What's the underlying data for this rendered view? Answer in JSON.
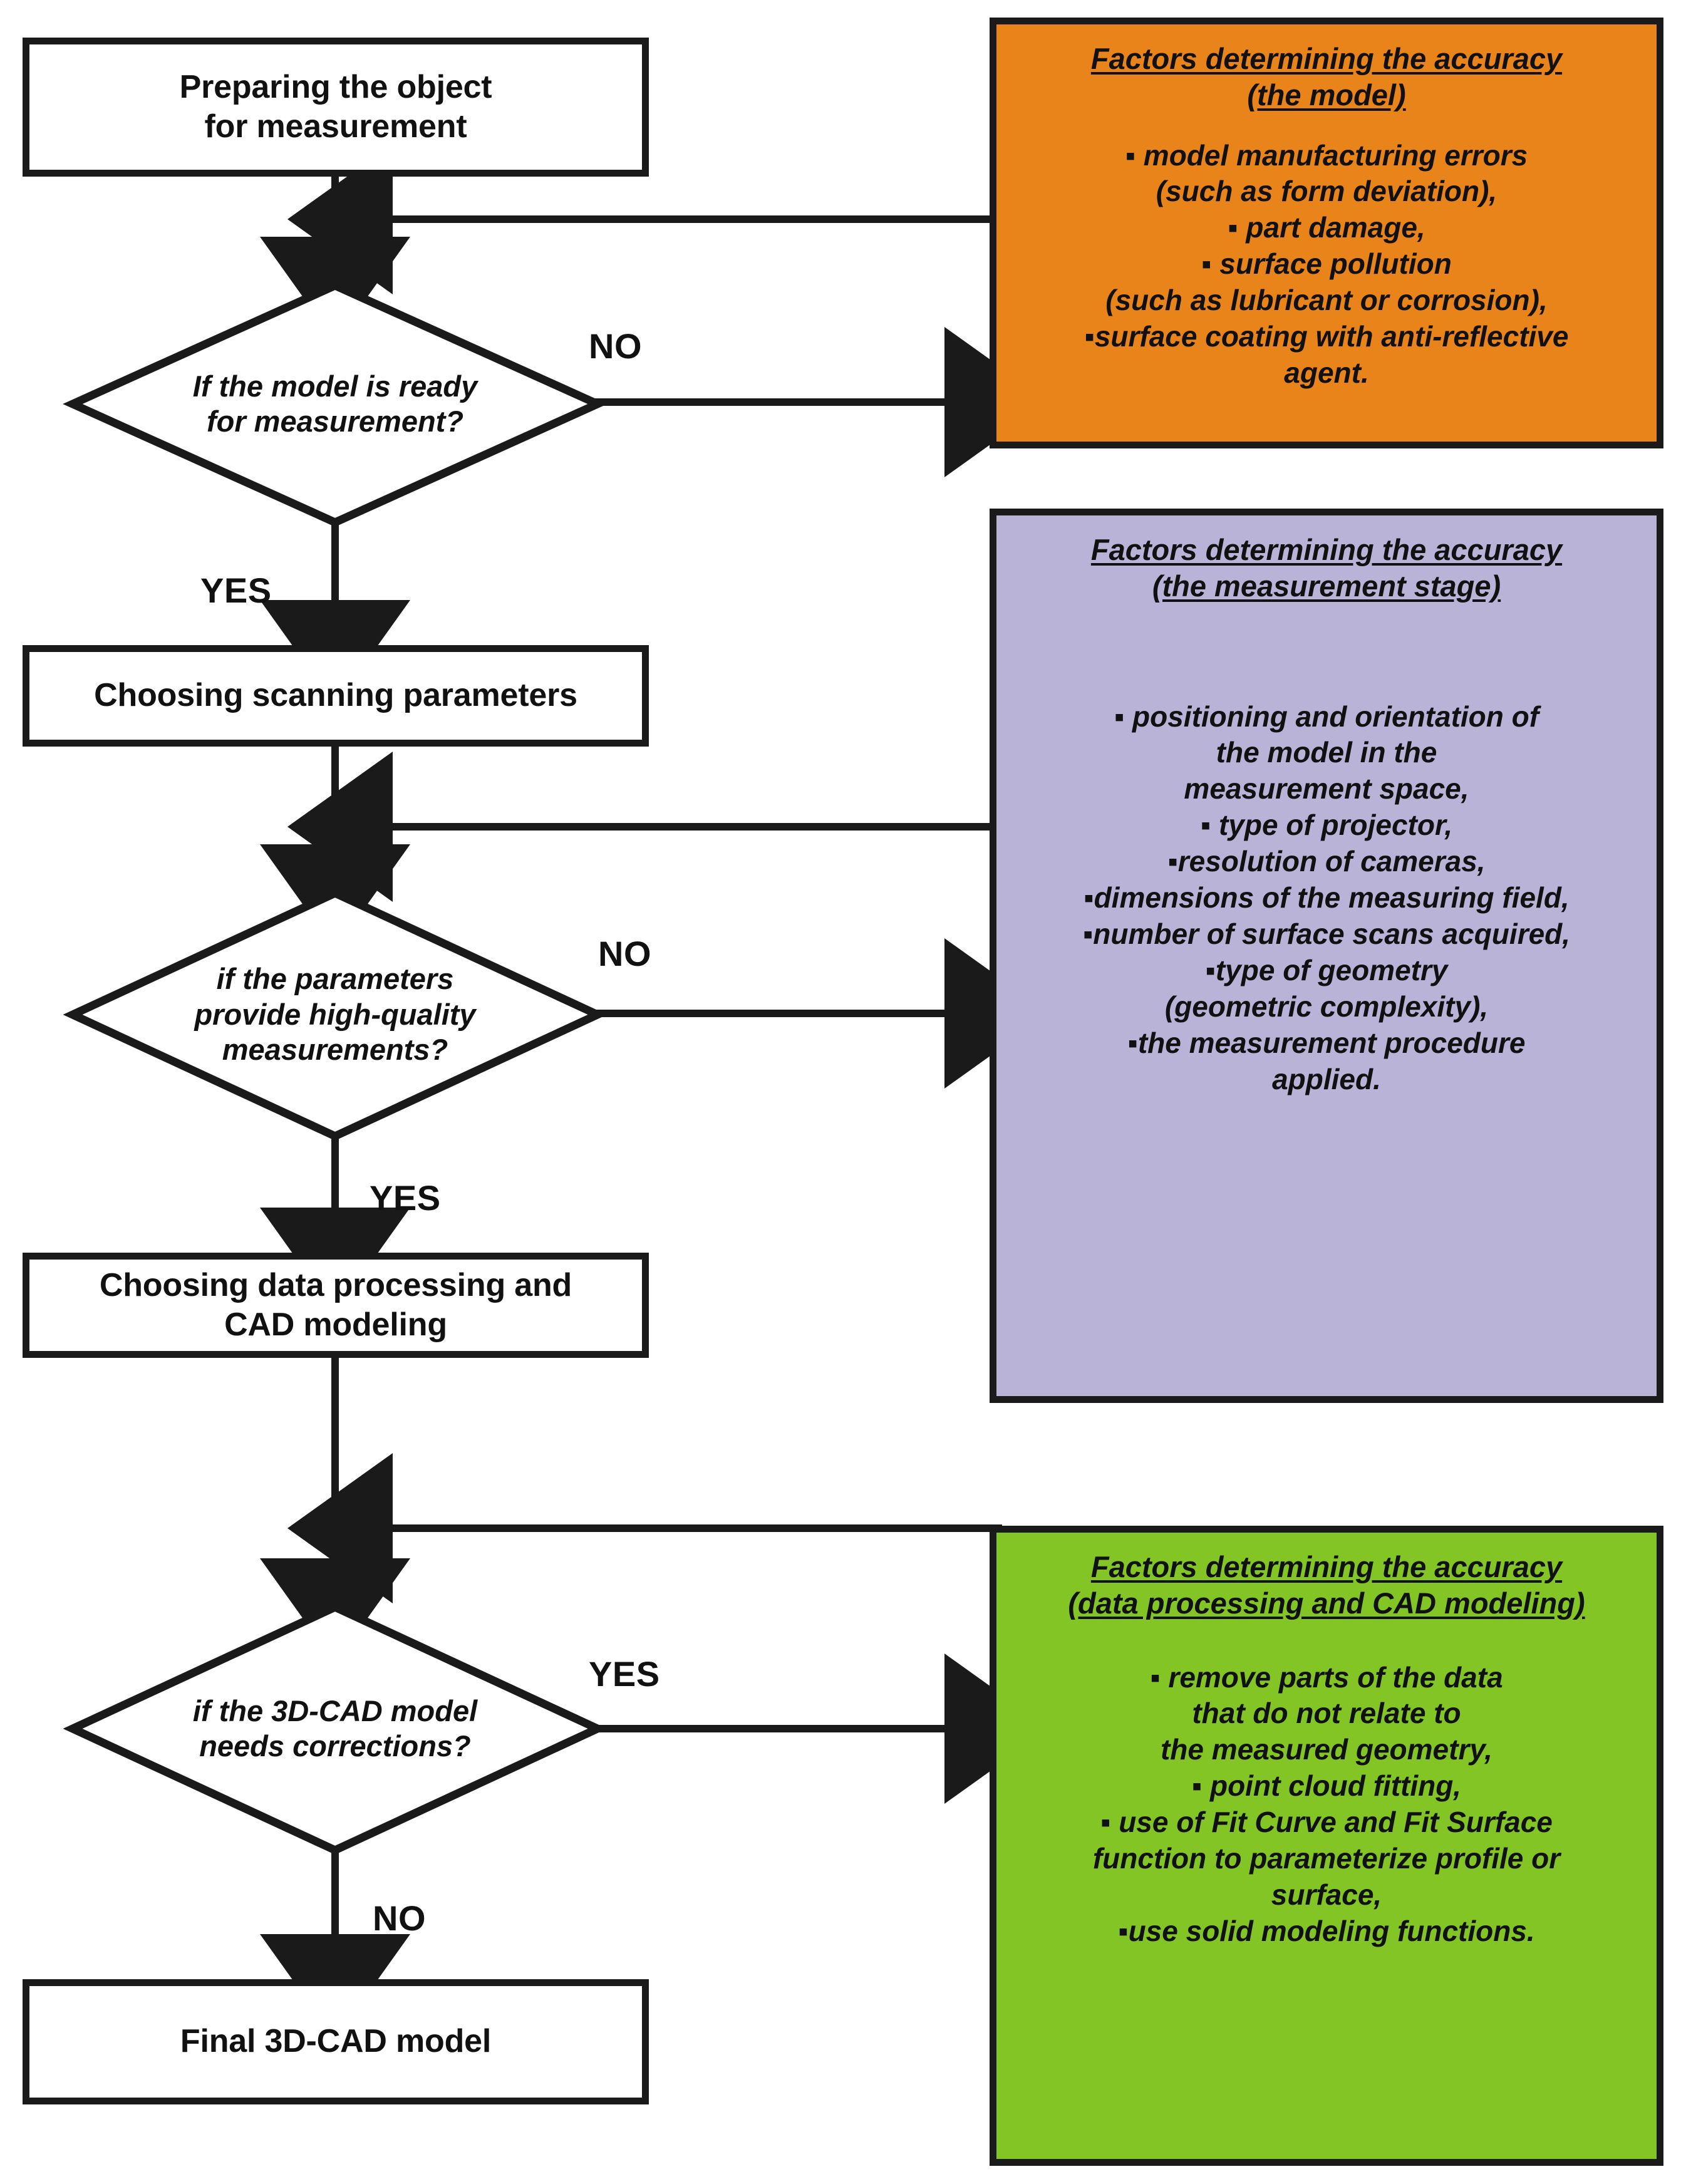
{
  "diagram": {
    "title": "3D scanning measurement and CAD modeling workflow",
    "colors": {
      "model_panel": "#E8841A",
      "measurement_panel": "#BAB3D8",
      "cad_panel": "#83C525",
      "stroke": "#1a1a1a",
      "box_fill": "#ffffff"
    }
  },
  "nodes": {
    "prepare_object": "Preparing the object\nfor measurement",
    "decision_model_ready": "If the model is ready\nfor measurement?",
    "choose_scanning_parameters": "Choosing scanning parameters",
    "decision_parameters_quality": "if the parameters\nprovide high-quality\nmeasurements?",
    "choose_data_processing": "Choosing data processing and\nCAD modeling",
    "decision_needs_corrections": "if the 3D-CAD model\nneeds corrections?",
    "final_model": "Final 3D-CAD model"
  },
  "branch_labels": {
    "model_ready_no": "NO",
    "model_ready_yes": "YES",
    "parameters_no": "NO",
    "parameters_yes": "YES",
    "corrections_yes": "YES",
    "corrections_no": "NO"
  },
  "panels": {
    "model": {
      "title": "Factors determining the accuracy\n (the model)",
      "body": "▪ model manufacturing errors\n(such as form deviation),\n▪ part damage,\n▪ surface pollution\n(such as lubricant or corrosion),\n▪surface coating with anti-reflective\nagent."
    },
    "measurement": {
      "title": "Factors determining the accuracy\n (the measurement stage)",
      "body": "▪ positioning and orientation of\nthe model in the\nmeasurement space,\n▪ type of projector,\n▪resolution of cameras,\n▪dimensions of the measuring field,\n▪number of surface scans acquired,\n▪type of geometry\n(geometric complexity),\n▪the measurement procedure\napplied."
    },
    "cad": {
      "title": "Factors determining the accuracy\n(data processing and CAD modeling)",
      "body": "▪ remove parts of the data\nthat do not relate to\nthe measured geometry,\n▪ point cloud fitting,\n▪ use of Fit Curve and Fit Surface\nfunction to parameterize profile or\nsurface,\n▪use solid modeling functions."
    }
  }
}
